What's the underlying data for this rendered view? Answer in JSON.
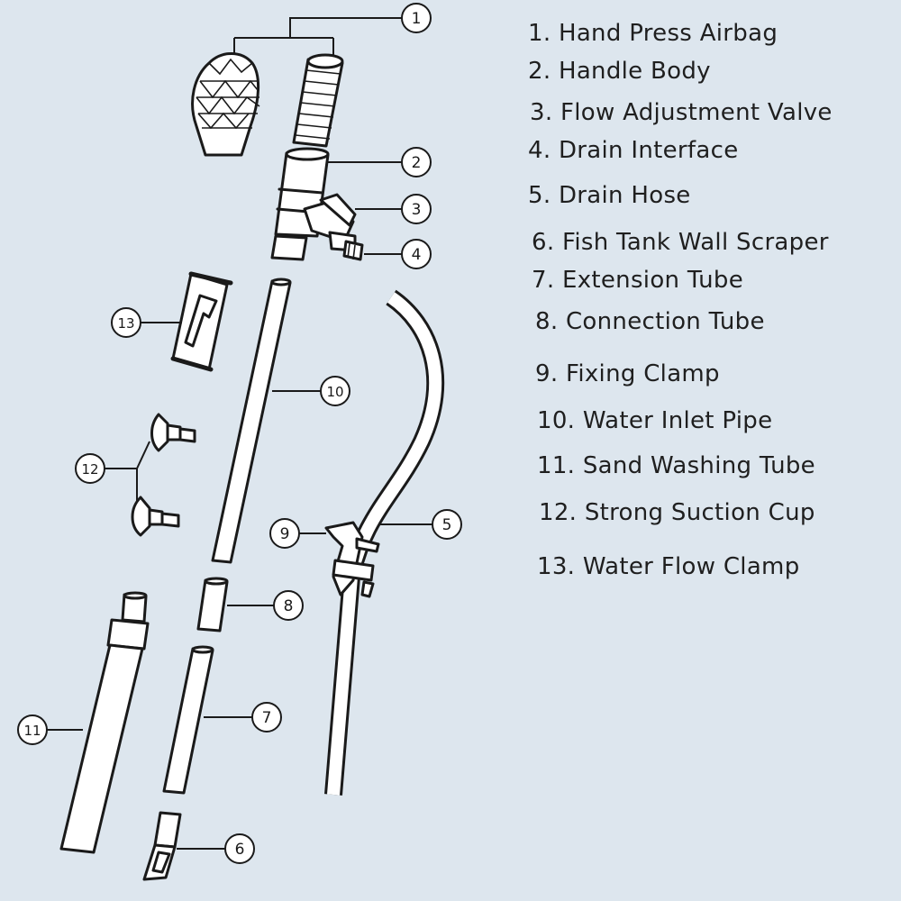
{
  "callouts": [
    "1",
    "2",
    "3",
    "4",
    "5",
    "6",
    "7",
    "8",
    "9",
    "10",
    "11",
    "12",
    "13"
  ],
  "legend": [
    "1. Hand Press Airbag",
    "2. Handle Body",
    "3. Flow Adjustment Valve",
    "4. Drain Interface",
    "5. Drain Hose",
    "6. Fish Tank Wall Scraper",
    "7. Extension Tube",
    "8. Connection Tube",
    "9. Fixing Clamp",
    "10. Water Inlet Pipe",
    "11. Sand Washing Tube",
    "12. Strong Suction Cup",
    "13. Water Flow Clamp"
  ],
  "colors": {
    "background": "#dde6ee",
    "line": "#1a1a1a",
    "fill": "#ffffff"
  }
}
